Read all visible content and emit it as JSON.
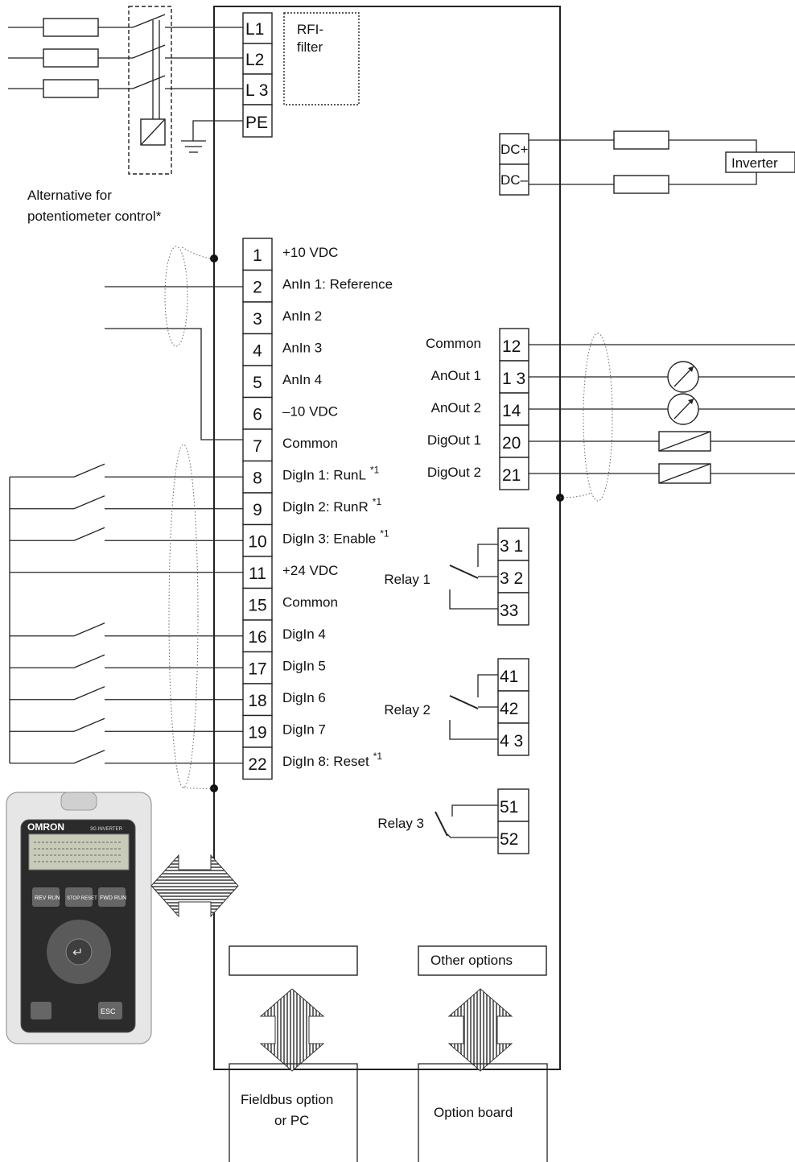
{
  "supply_terminals": [
    "L1",
    "L2",
    "L 3",
    "PE"
  ],
  "rfi_filter_label": [
    "RFI-",
    "filter"
  ],
  "dc_terminals": [
    "DC+",
    "DC–"
  ],
  "inverter_label": "Inverter",
  "potentiometer_note": [
    "Alternative for",
    "potentiometer control*"
  ],
  "left_terminals": [
    {
      "num": "1",
      "label": "+10 VDC",
      "sup": ""
    },
    {
      "num": "2",
      "label": "AnIn 1: Reference",
      "sup": ""
    },
    {
      "num": "3",
      "label": "AnIn 2",
      "sup": ""
    },
    {
      "num": "4",
      "label": "AnIn 3",
      "sup": ""
    },
    {
      "num": "5",
      "label": "AnIn 4",
      "sup": ""
    },
    {
      "num": "6",
      "label": "–10 VDC",
      "sup": ""
    },
    {
      "num": "7",
      "label": "Common",
      "sup": ""
    },
    {
      "num": "8",
      "label": "DigIn 1: RunL",
      "sup": "*1"
    },
    {
      "num": "9",
      "label": "DigIn 2: RunR",
      "sup": "*1"
    },
    {
      "num": "10",
      "label": "DigIn 3: Enable",
      "sup": "*1"
    },
    {
      "num": "11",
      "label": "+24 VDC",
      "sup": ""
    },
    {
      "num": "15",
      "label": "Common",
      "sup": ""
    },
    {
      "num": "16",
      "label": "DigIn 4",
      "sup": ""
    },
    {
      "num": "17",
      "label": "DigIn 5",
      "sup": ""
    },
    {
      "num": "18",
      "label": "DigIn 6",
      "sup": ""
    },
    {
      "num": "19",
      "label": "DigIn 7",
      "sup": ""
    },
    {
      "num": "22",
      "label": "DigIn 8: Reset",
      "sup": "*1"
    }
  ],
  "right_terminals": [
    {
      "num": "12",
      "label": "Common"
    },
    {
      "num": "1 3",
      "label": "AnOut 1"
    },
    {
      "num": "14",
      "label": "AnOut 2"
    },
    {
      "num": "20",
      "label": "DigOut 1"
    },
    {
      "num": "21",
      "label": "DigOut 2"
    }
  ],
  "relays": [
    {
      "label": "Relay 1",
      "terminals": [
        "3 1",
        "3 2",
        "33"
      ]
    },
    {
      "label": "Relay 2",
      "terminals": [
        "41",
        "42",
        "4 3"
      ]
    },
    {
      "label": "Relay 3",
      "terminals": [
        "51",
        "52"
      ]
    }
  ],
  "other_options_label": "Other options",
  "fieldbus_label": [
    "Fieldbus option",
    "or PC"
  ],
  "option_board_label": "Option board",
  "keypad": {
    "brand": "OMRON",
    "model": "3G INVERTER",
    "buttons": [
      "REV RUN",
      "STOP RESET",
      "FWD RUN",
      "ESC"
    ]
  }
}
